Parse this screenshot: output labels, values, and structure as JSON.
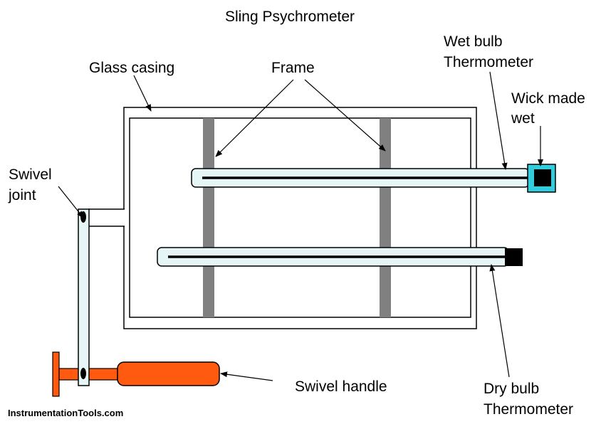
{
  "title": "Sling Psychrometer",
  "labels": {
    "glass_casing": "Glass casing",
    "frame": "Frame",
    "wet_bulb_line1": "Wet bulb",
    "wet_bulb_line2": "Thermometer",
    "wick_line1": "Wick made",
    "wick_line2": "wet",
    "swivel_joint_line1": "Swivel",
    "swivel_joint_line2": "joint",
    "swivel_handle": "Swivel handle",
    "dry_bulb_line1": "Dry bulb",
    "dry_bulb_line2": "Thermometer"
  },
  "watermark": "InstrumentationTools.com",
  "colors": {
    "frame_bar": "#808080",
    "thermometer_fill": "#e6f5f5",
    "wick": "#33ccdd",
    "handle": "#ff5a10",
    "outline": "#000000"
  }
}
